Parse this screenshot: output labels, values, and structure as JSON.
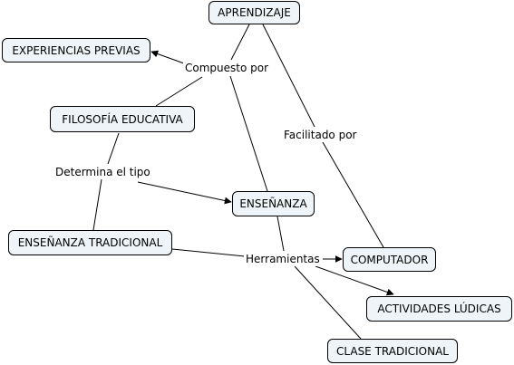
{
  "nodes": {
    "aprendizaje": "APRENDIZAJE",
    "experiencias_previas": "EXPERIENCIAS PREVIAS",
    "filosofia_educativa": "FILOSOFÍA EDUCATIVA",
    "ensenanza": "ENSEÑANZA",
    "ensenanza_tradicional": "ENSEÑANZA TRADICIONAL",
    "computador": "COMPUTADOR",
    "actividades_ludicas": "ACTIVIDADES LÚDICAS",
    "clase_tradicional": "CLASE TRADICIONAL"
  },
  "links": {
    "compuesto_por": "Compuesto por",
    "facilitado_por": "Facilitado por",
    "determina_el_tipo": "Determina el tipo",
    "herramientas": "Herramientas"
  },
  "colors": {
    "node_fill": "#eef4f7",
    "node_border": "#000000",
    "line": "#000000"
  }
}
